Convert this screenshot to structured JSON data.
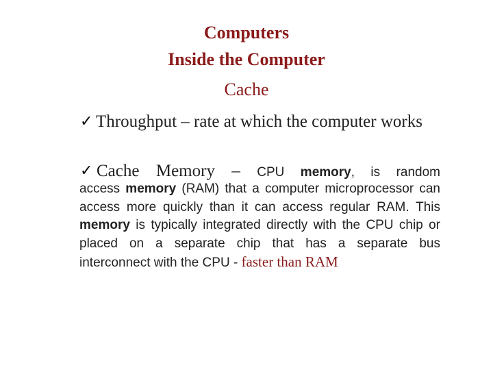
{
  "slide": {
    "title_line1": "Computers",
    "title_line2": "Inside the Computer",
    "subtitle": "Cache",
    "bullet_mark": "✓",
    "bullet1": "Throughput – rate at which the computer works",
    "bullet2": {
      "lead": "Cache Memory – ",
      "part1": "CPU ",
      "bold1": "memory",
      "part2": ", is random access ",
      "bold2": "memory",
      "part3": " (RAM) that a computer microprocessor can access more quickly than it can access regular RAM. This ",
      "bold3": "memory",
      "part4": " is typically integrated directly with the CPU chip or placed on a separate chip that has a separate bus interconnect with the CPU - ",
      "accent": "faster than RAM"
    },
    "colors": {
      "heading": "#8b1a1a",
      "text": "#222222"
    }
  }
}
